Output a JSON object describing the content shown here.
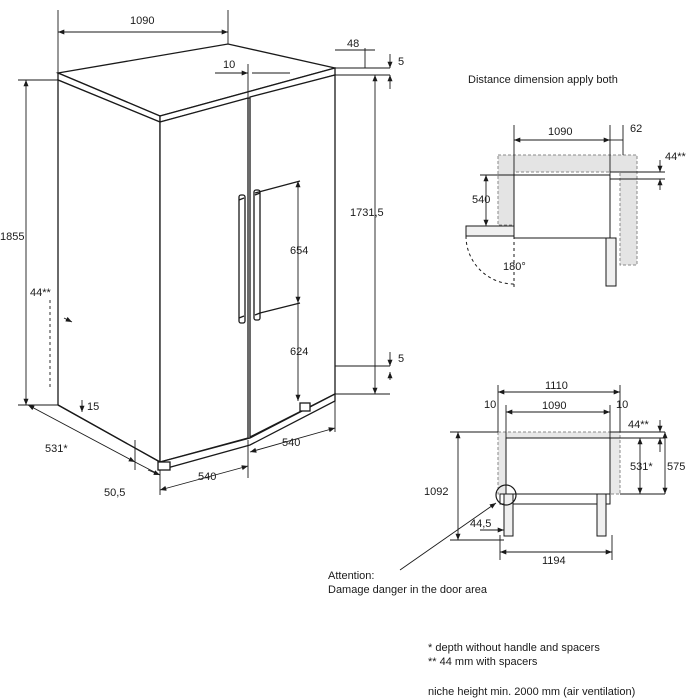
{
  "title": "Distance dimension apply both",
  "fridge": {
    "width": "1090",
    "gap_top": "10",
    "offset_top": "48",
    "clearance_top": "5",
    "clearance_bottom": "5",
    "height_total": "1855",
    "height_body": "1731,5",
    "handle_upper": "654",
    "handle_lower": "624",
    "spacer_side": "44**",
    "foot_height": "15",
    "depth": "531*",
    "foot_depth": "50,5",
    "door_width_left": "540",
    "door_width_right": "540"
  },
  "plan_top": {
    "width": "1090",
    "offset": "62",
    "spacer": "44**",
    "door_depth": "540",
    "angle": "180°"
  },
  "plan_bottom": {
    "outer_width": "1110",
    "inner_width": "1090",
    "gap_left": "10",
    "gap_right": "10",
    "spacer": "44**",
    "depth_531": "531*",
    "depth_575": "575",
    "total_depth": "1092",
    "door_offset": "44,5",
    "open_width": "1194"
  },
  "attention": {
    "line1": "Attention:",
    "line2": "Damage danger in the door area"
  },
  "footnotes": {
    "note1": "*  depth without handle and spacers",
    "note2": "** 44 mm with spacers",
    "note3": "niche height min. 2000 mm (air ventilation)"
  }
}
